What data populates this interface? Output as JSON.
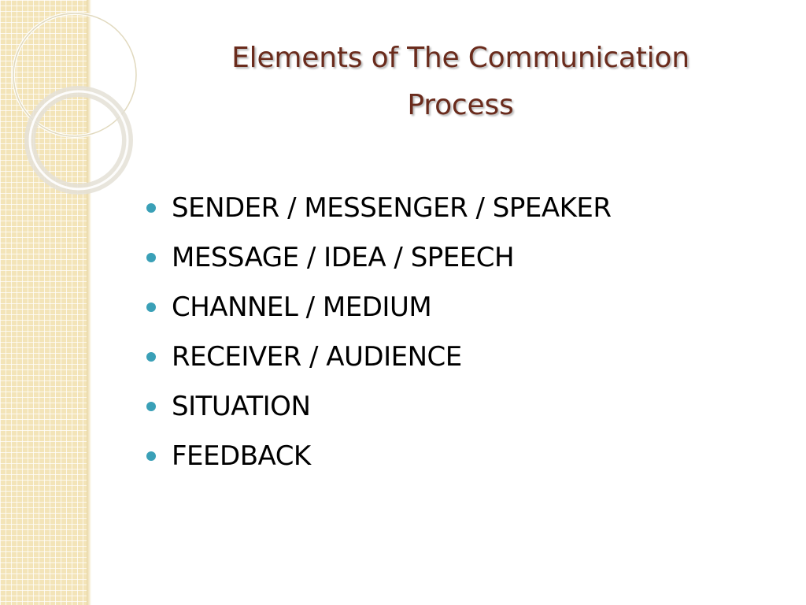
{
  "slide": {
    "title_lines": [
      "Elements of The Communication",
      "Process"
    ],
    "bullets": [
      "SENDER / MESSENGER / SPEAKER",
      "MESSAGE / IDEA / SPEECH",
      "CHANNEL / MEDIUM",
      "RECEIVER / AUDIENCE",
      "SITUATION",
      "FEEDBACK"
    ]
  },
  "colors": {
    "title": "#6a2b1c",
    "bullet_dot": "#3aa0b7",
    "side_band": "#f3e4b8"
  }
}
